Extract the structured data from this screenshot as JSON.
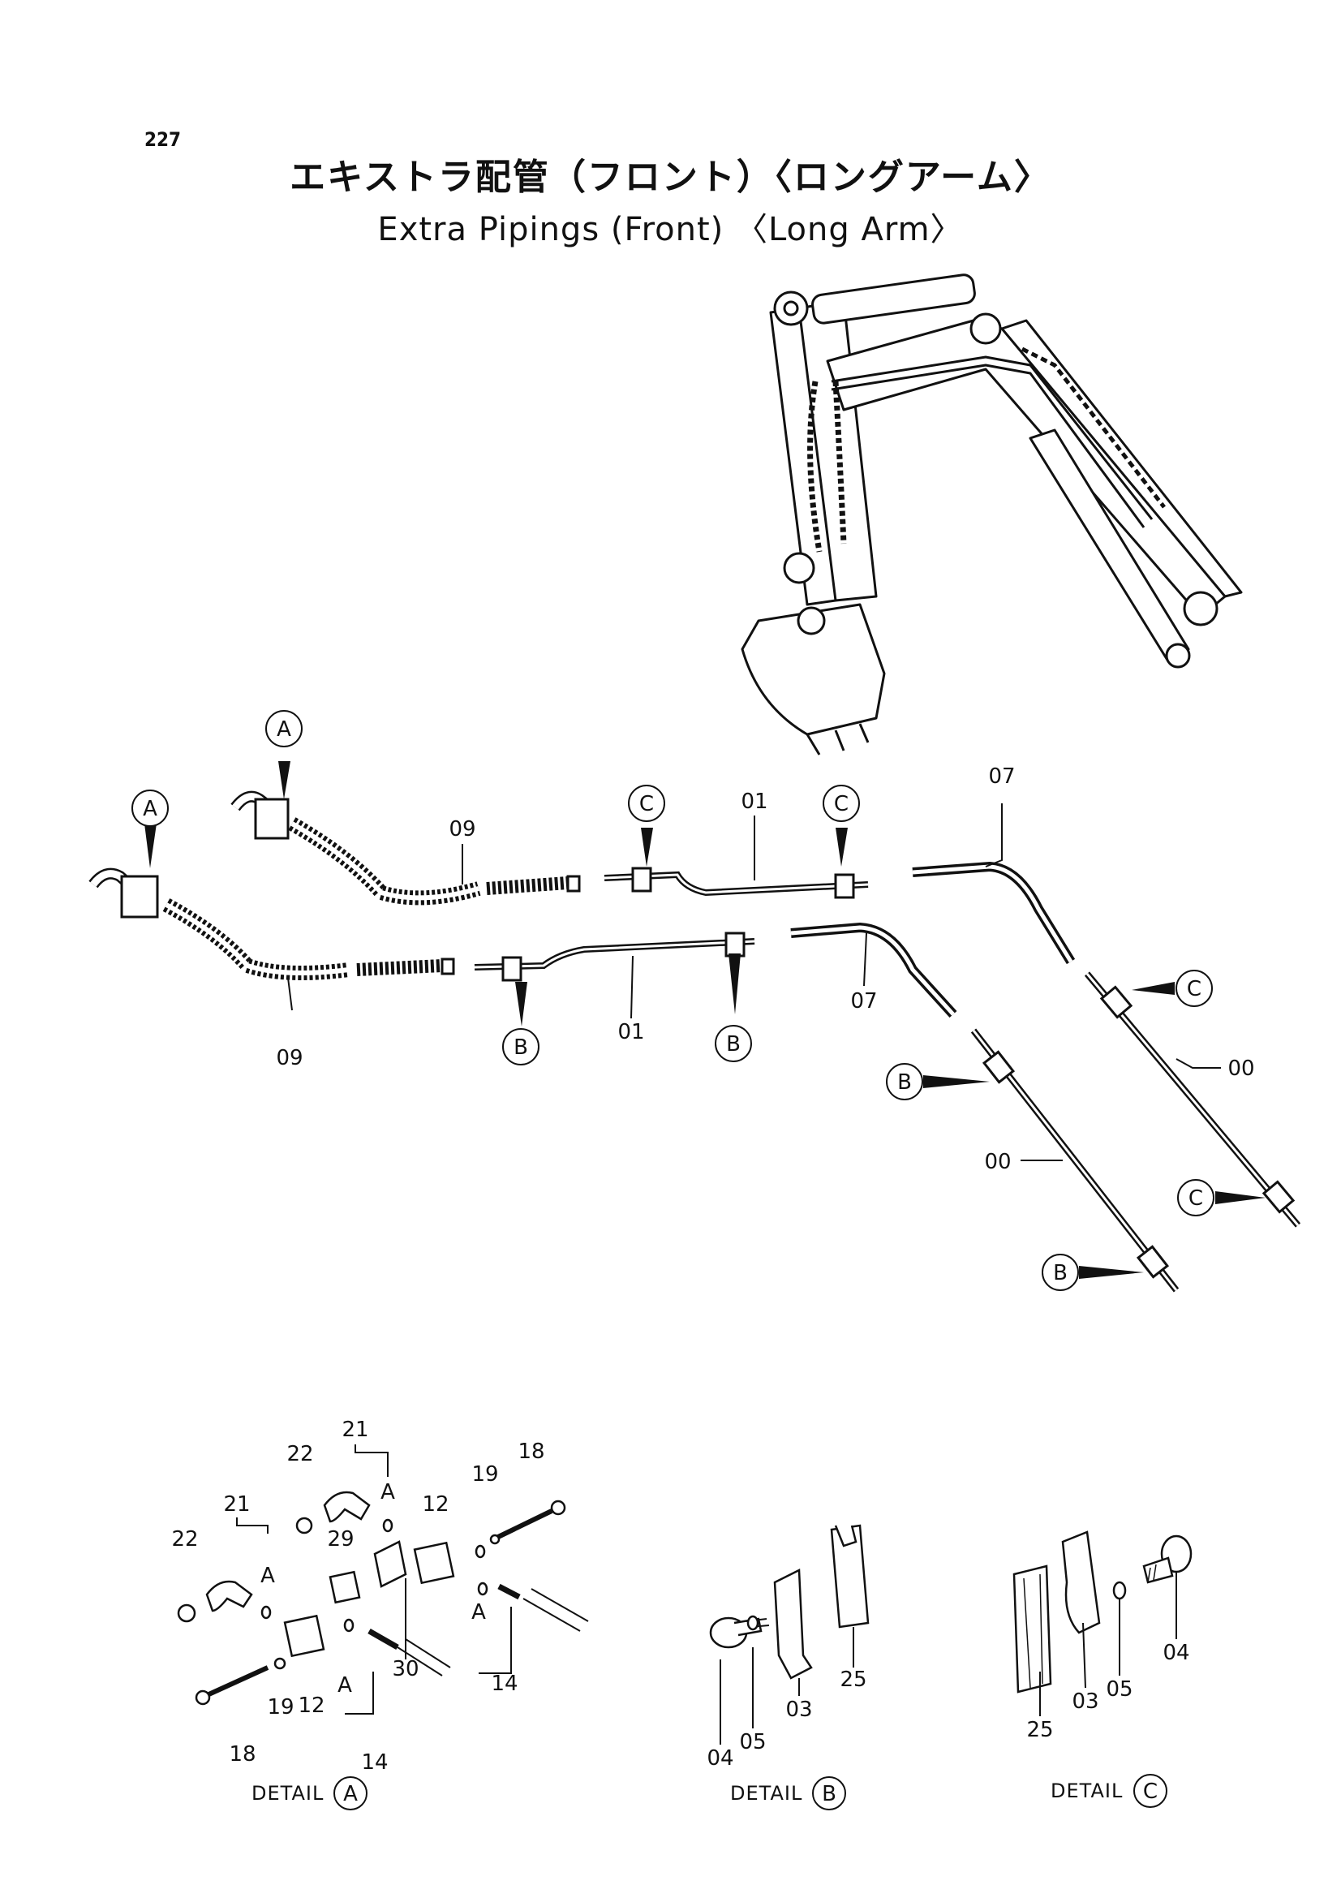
{
  "page_number": "227",
  "title_jp": "エキストラ配管（フロント）〈ロングアーム〉",
  "title_en": "Extra Pipings (Front) 〈Long Arm〉",
  "callouts": {
    "A": "A",
    "B": "B",
    "C": "C"
  },
  "part_labels": {
    "p00": "00",
    "p01": "01",
    "p03": "03",
    "p04": "04",
    "p05": "05",
    "p07": "07",
    "p09": "09",
    "p12": "12",
    "p14": "14",
    "p18": "18",
    "p19": "19",
    "p21": "21",
    "p22": "22",
    "p25": "25",
    "p29": "29",
    "p30": "30"
  },
  "o_ring_letter": "A",
  "detail_word": "DETAIL"
}
